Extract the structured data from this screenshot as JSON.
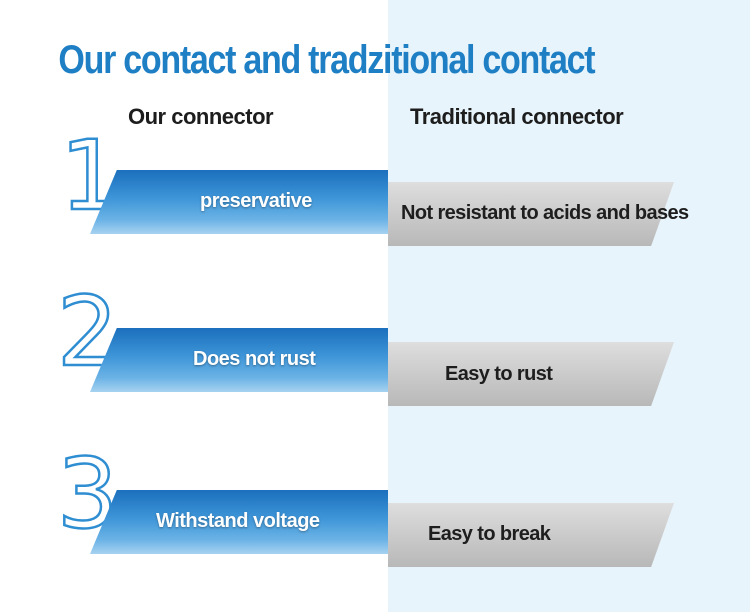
{
  "title": "Our contact and tradzitional contact",
  "columns": {
    "left": "Our connector",
    "right": "Traditional connector"
  },
  "rows": [
    {
      "number": "1",
      "ours": "preservative",
      "traditional": "Not resistant to acids and bases"
    },
    {
      "number": "2",
      "ours": "Does not rust",
      "traditional": "Easy to rust"
    },
    {
      "number": "3",
      "ours": "Withstand voltage",
      "traditional": "Easy to break"
    }
  ],
  "colors": {
    "accent": "#1e7fc4",
    "band_blue": "#3f96d8",
    "band_grey": "#c9c9c9",
    "right_bg": "#e8f4fb"
  }
}
